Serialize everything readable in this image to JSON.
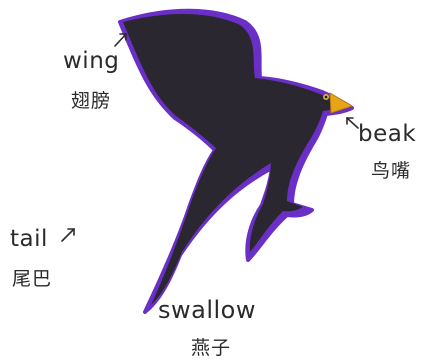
{
  "labels": {
    "wing": {
      "en": "wing",
      "zh": "翅膀"
    },
    "beak": {
      "en": "beak",
      "zh": "鸟嘴"
    },
    "tail": {
      "en": "tail",
      "zh": "尾巴"
    },
    "title": {
      "en": "swallow",
      "zh": "燕子"
    }
  },
  "colors": {
    "body": "#2b2730",
    "outline": "#6a2fc6",
    "beak": "#e8a417",
    "eye": "#d6b23a",
    "text": "#2b2b2b"
  }
}
